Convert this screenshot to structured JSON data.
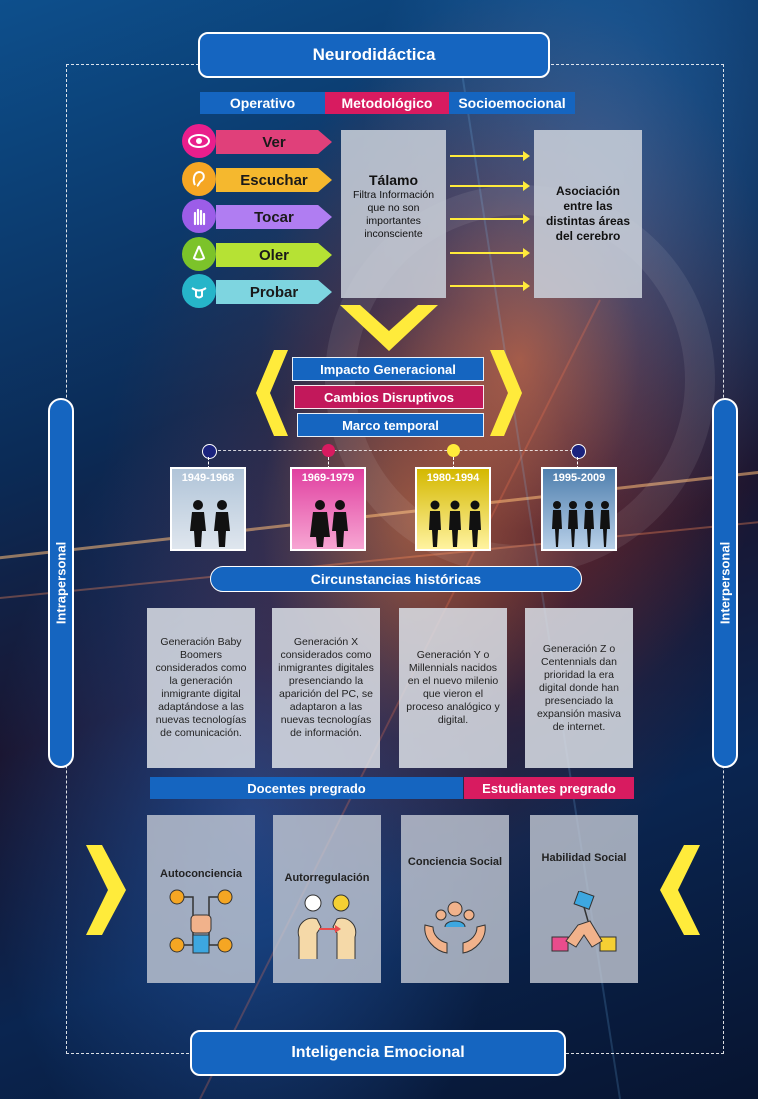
{
  "title": "Neurodidáctica",
  "footer_title": "Inteligencia Emocional",
  "headers": {
    "operativo": "Operativo",
    "metodologico": "Metodológico",
    "socioemocional": "Socioemocional"
  },
  "senses": [
    {
      "label": "Ver",
      "icon": "eye-icon"
    },
    {
      "label": "Escuchar",
      "icon": "ear-icon"
    },
    {
      "label": "Tocar",
      "icon": "hand-icon"
    },
    {
      "label": "Oler",
      "icon": "nose-icon"
    },
    {
      "label": "Probar",
      "icon": "tongue-icon"
    }
  ],
  "talamo": {
    "title": "Tálamo",
    "text": "Filtra Información que no son importantes inconsciente"
  },
  "asociacion": "Asociación entre las distintas áreas del cerebro",
  "middle_bars": {
    "impacto": "Impacto Generacional",
    "cambios": "Cambios Disruptivos",
    "marco": "Marco temporal"
  },
  "side_labels": {
    "left": "Intrapersonal",
    "right": "Interpersonal"
  },
  "generations": [
    {
      "years": "1949-1968",
      "description": "Generación Baby Boomers considerados como la generación inmigrante digital adaptándose a las nuevas tecnologías de comunicación."
    },
    {
      "years": "1969-1979",
      "description": "Generación X considerados como inmigrantes digitales presenciando  la aparición del PC, se adaptaron a las nuevas tecnologías de información."
    },
    {
      "years": "1980-1994",
      "description": "Generación Y o Millennials nacidos en el nuevo  milenio que vieron el proceso analógico y digital."
    },
    {
      "years": "1995-2009",
      "description": "Generación Z o Centennials dan prioridad la era digital donde han presenciado la expansión masiva de internet."
    }
  ],
  "circunstancias": "Circunstancias históricas",
  "docentes": "Docentes pregrado",
  "estudiantes": "Estudiantes pregrado",
  "skills": [
    {
      "title": "Autoconciencia",
      "icon": "self-awareness-icon"
    },
    {
      "title": "Autorregulación",
      "icon": "self-regulation-icon"
    },
    {
      "title": "Conciencia Social",
      "icon": "social-awareness-icon"
    },
    {
      "title": "Habilidad Social",
      "icon": "teamwork-hands-icon"
    }
  ],
  "colors": {
    "blue": "#1565c0",
    "magenta": "#d81b60",
    "yellow": "#ffeb3b",
    "navy": "#1a237e"
  }
}
